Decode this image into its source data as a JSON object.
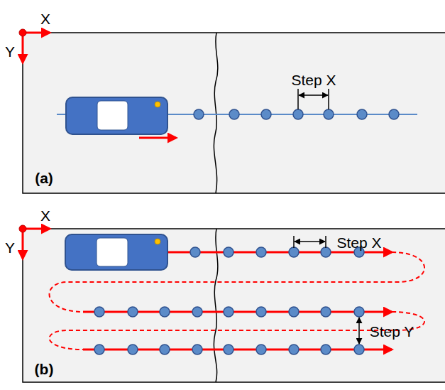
{
  "diagram": {
    "labels": [
      "X",
      "Y",
      "Step X",
      "(a)",
      "X",
      "Y",
      "Step X",
      "Step Y",
      "(b)"
    ]
  }
}
